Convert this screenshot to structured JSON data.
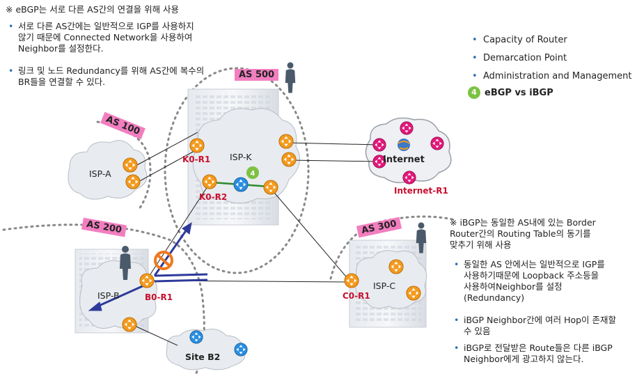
{
  "left_notes": {
    "heading": "※ eBGP는 서로 다른 AS간의 연결을 위해 사용",
    "bullets": [
      "서로 다른 AS간에는 일반적으로 IGP를 사용하지\n않기 때문에 Connected Network을 사용하여\nNeighbor를 설정한다.",
      "링크 및 노드 Redundancy를 위해 AS간에 복수의\nBR들을 연결할 수 있다."
    ]
  },
  "right_menu": {
    "items": [
      "Capacity of Router",
      "Demarcation Point",
      "Administration and Management"
    ],
    "active_number": "4",
    "active_label": "eBGP vs iBGP"
  },
  "ibgp_notes": {
    "heading": "※ iBGP는 동일한 AS내에 있는 Border\nRouter간의 Routing Table의 동기를\n맞추기 위해 사용",
    "bullets": [
      "동일한 AS 안에서는 일반적으로 IGP를\n사용하기때문에 Loopback 주소등을\n사용하여Neighbor를 설정\n(Redundancy)",
      "iBGP Neighbor간에 여러 Hop이 존재할\n수 있음",
      "iBGP로 전달받은 Route들은 다른 iBGP\nNeighbor에게 광고하지 않는다."
    ]
  },
  "diagram": {
    "as_labels": [
      "AS 100",
      "AS 500",
      "AS 200",
      "AS 300"
    ],
    "clouds": [
      "ISP-A",
      "ISP-K",
      "ISP-B",
      "ISP-C",
      "Internet",
      "Site B2"
    ],
    "routers": [
      "K0-R1",
      "K0-R2",
      "B0-R1",
      "C0-R1",
      "Internet-R1"
    ],
    "badge": "4"
  },
  "colors": {
    "as_tag": "#f27ec0",
    "router_label": "#c8102e",
    "orange_router": "#f39a1e",
    "blue_router": "#2a8ee0",
    "magenta_router": "#e0187a",
    "green_link": "#2e8b2e",
    "arrow": "#2e3a9a",
    "bullet": "#2a6fb5",
    "badge": "#7cc242"
  }
}
